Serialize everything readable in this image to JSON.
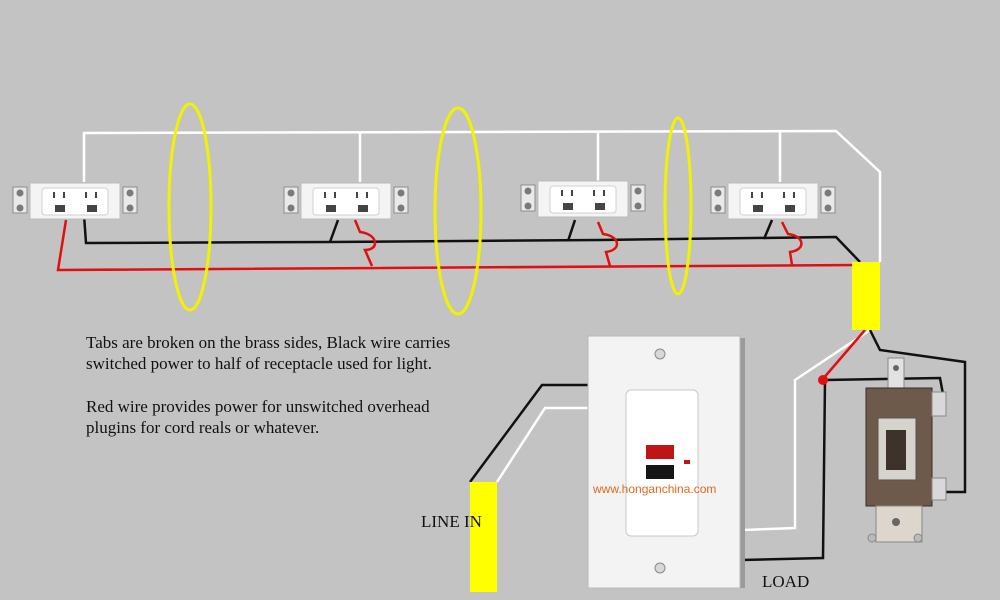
{
  "notes": {
    "line1": "Tabs are broken on the brass sides, Black wire carries",
    "line2": "switched power to half of receptacle used for light.",
    "line3": "Red wire provides power for unswitched overhead",
    "line4": "plugins for cord reals or whatever."
  },
  "labels": {
    "line_in": "LINE IN",
    "load": "LOAD"
  },
  "watermark": "www.honganchina.com",
  "colors": {
    "background": "#c3c3c3",
    "hot_wire": "#111111",
    "neutral_wire": "#ffffff",
    "unswitched_wire": "#e01010",
    "junction": "#ffff00",
    "loop_marker": "#f2f200",
    "gfci_test_button": "#c01515"
  }
}
